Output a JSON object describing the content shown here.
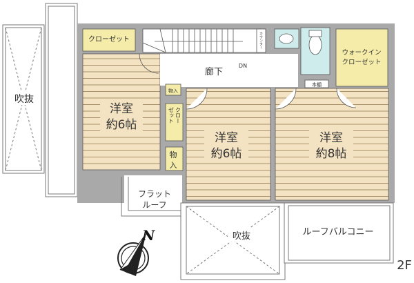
{
  "floor_label": "2F",
  "colors": {
    "wall": "#a9a9a9",
    "floor": "#f4e3c2",
    "floor_line": "#a88f68",
    "closet": "#f4eca8",
    "wet": "#cdeceb"
  },
  "rooms": {
    "void_left": "吹抜",
    "closet_top_left": "クローゼット",
    "room_left": {
      "line1": "洋室",
      "line2": "約6帖"
    },
    "corridor": "廊下",
    "stairs_dn": "DN",
    "counter": "カウンター",
    "storage_small": "物入",
    "closet_vertical": {
      "col1": "クロー",
      "col2": "ゼット"
    },
    "storage_tall": {
      "line1": "物",
      "line2": "入"
    },
    "room_middle": {
      "line1": "洋室",
      "line2": "約6帖"
    },
    "room_right": {
      "line1": "洋室",
      "line2": "約8帖"
    },
    "bookshelf": "本棚",
    "walk_in_closet": {
      "line1": "ウォークイン",
      "line2": "クローゼット"
    },
    "flat_roof": {
      "line1": "フラット",
      "line2": "ルーフ"
    },
    "void_bottom": "吹抜",
    "roof_balcony": "ルーフバルコニー"
  },
  "compass": {
    "label": "N"
  }
}
